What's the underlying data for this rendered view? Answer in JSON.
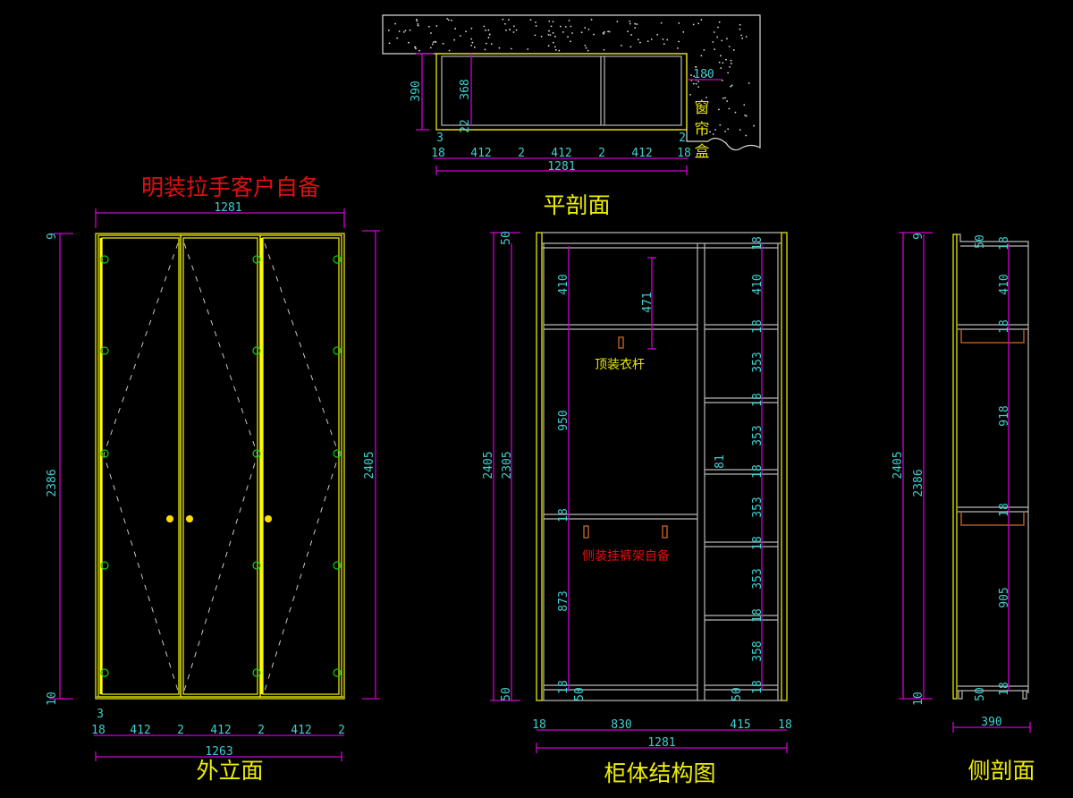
{
  "plan_section": {
    "title": "平剖面",
    "curtain_box_label": [
      "窗",
      "帘",
      "盒"
    ],
    "dims": {
      "depth": "390",
      "inner_depth": "368",
      "back": "22",
      "door_offset_left": "3",
      "door_offset_right": "2",
      "width_row": [
        "18",
        "412",
        "2",
        "412",
        "2",
        "412",
        "18"
      ],
      "overall_width": "1281",
      "curtain_box": "180"
    }
  },
  "front_elevation": {
    "title": "外立面",
    "note": "明装拉手客户自备",
    "dims": {
      "top_width": "1281",
      "height_left": "2386",
      "gap_top": "9",
      "gap_bottom": "10",
      "height_right": "2405",
      "door_offset": "3",
      "door_row": [
        "18",
        "412",
        "2",
        "412",
        "2",
        "412",
        "2"
      ],
      "doors_total": "1263"
    }
  },
  "carcass": {
    "title": "柜体结构图",
    "rod_label": "顶装衣杆",
    "pants_rack_label": "侧装挂裤架自备",
    "dims": {
      "overall_height": "2405",
      "body_height": "2305",
      "top_plinth": "50",
      "bottom_plinth": "50",
      "left_column": [
        "410",
        "950",
        "18",
        "873",
        "18"
      ],
      "base_left": "50",
      "rod_drop": "471",
      "side_gap": "81",
      "right_column": [
        "18",
        "410",
        "18",
        "353",
        "18",
        "353",
        "18",
        "353",
        "18",
        "353",
        "18",
        "358",
        "18"
      ],
      "base_right": "50",
      "bottom_row": [
        "18",
        "830",
        "415",
        "18"
      ],
      "overall_width": "1281"
    }
  },
  "side_section": {
    "title": "侧剖面",
    "dims": {
      "overall_height": "2405",
      "door_height": "2386",
      "gap_top": "9",
      "gap_bottom": "10",
      "top_plinth": "50",
      "column": [
        "18",
        "410",
        "18",
        "918",
        "18",
        "905",
        "18"
      ],
      "bottom_plinth": "50",
      "depth": "390"
    }
  },
  "colors": {
    "background": "#000000",
    "dimension_text": "#3fd0d0",
    "dimension_line": "#d000d0",
    "door_outline": "#e8e800",
    "carcass_line": "#b8b8b8",
    "note_red": "#e01010",
    "hinge_green": "#10d010"
  }
}
